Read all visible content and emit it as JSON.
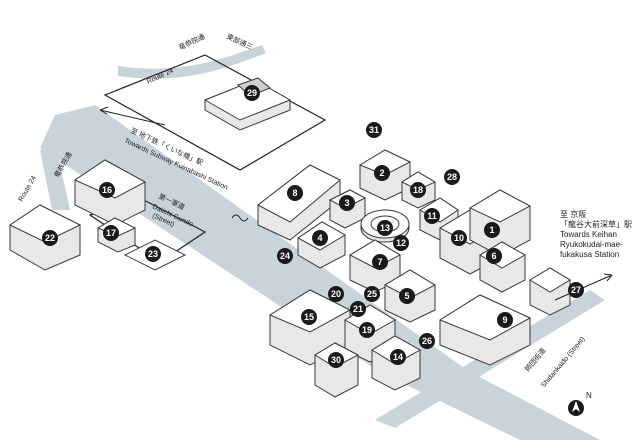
{
  "roads": {
    "route24_north_jp": "竜恭院通",
    "route24_north_en": "Route 24",
    "sanbancho": "東部通三",
    "route24_west_jp": "竜恭院通",
    "route24_west_en": "Route 24",
    "daiichi_jp": "第一軍道",
    "daiichi_en": "Daiichi Gundo",
    "daiichi_en2": "(Street)",
    "shidankaido_jp": "師団街道",
    "shidankaido_en": "Shidankaido (Street)"
  },
  "destinations": {
    "subway_jp": "至 地下鉄「くいな橋」駅",
    "subway_en": "Towards Subway Kuinabashi Station",
    "keihan_line1": "至 京阪",
    "keihan_line2": "「龍谷大前深草」駅",
    "keihan_line3": "Towards Keihan",
    "keihan_line4": "Ryukokudai-mae-",
    "keihan_line5": "fukakusa Station"
  },
  "compass": {
    "label": "N",
    "icon": "north-arrow-icon"
  },
  "markers": [
    "1",
    "2",
    "3",
    "4",
    "5",
    "6",
    "7",
    "8",
    "9",
    "10",
    "11",
    "12",
    "13",
    "14",
    "15",
    "16",
    "17",
    "18",
    "19",
    "20",
    "21",
    "22",
    "23",
    "24",
    "25",
    "26",
    "27",
    "28",
    "29",
    "30",
    "31"
  ]
}
